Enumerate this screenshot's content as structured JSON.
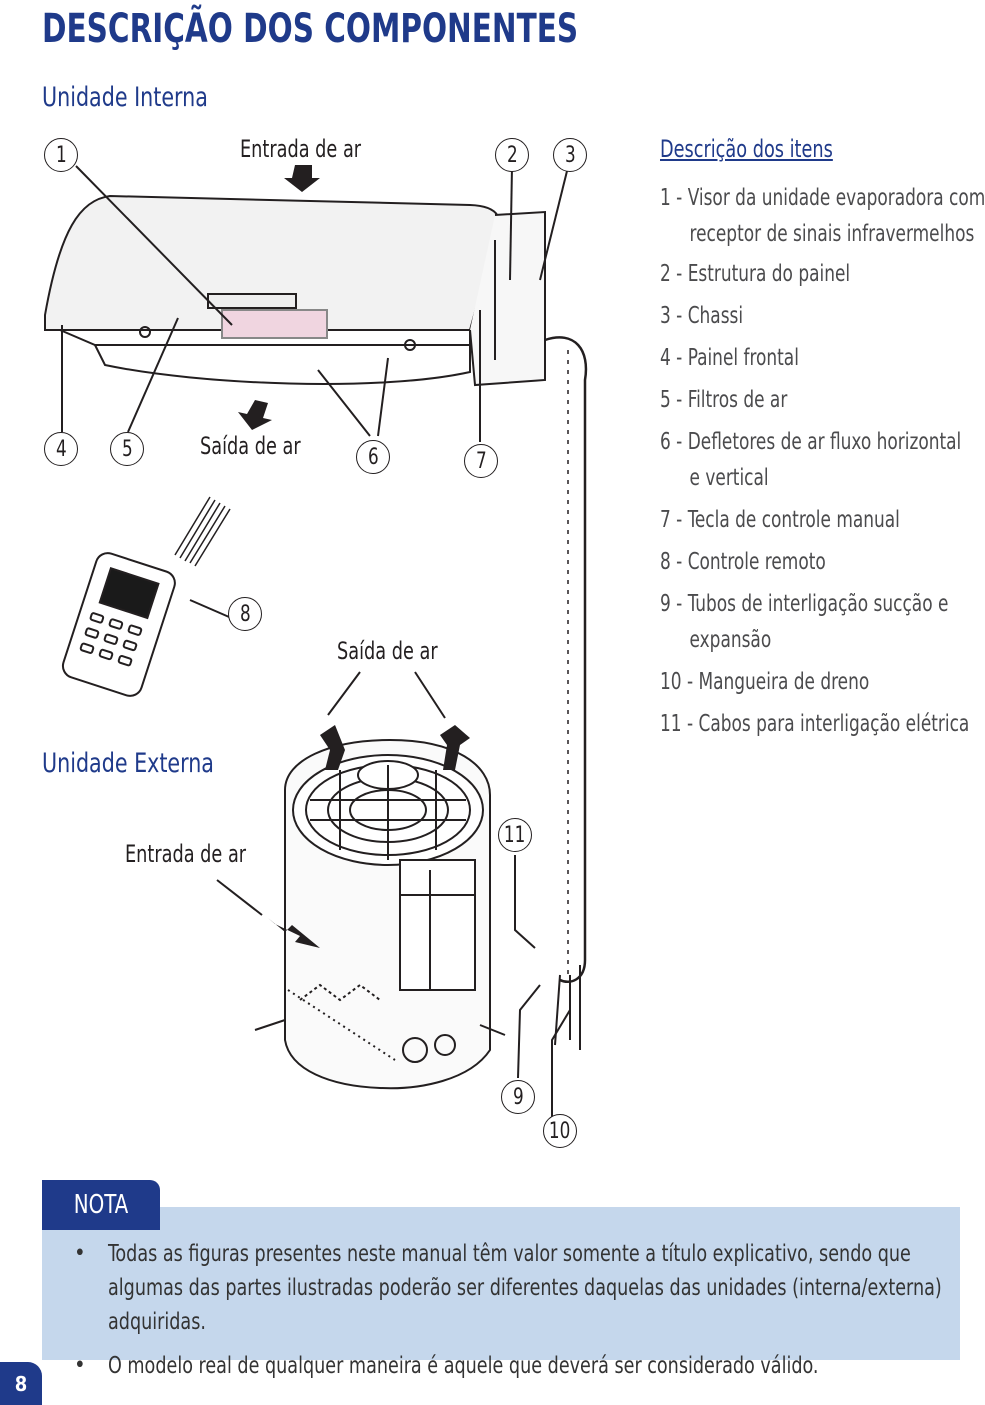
{
  "title": "DESCRIÇÃO DOS COMPONENTES",
  "indoor_unit_label": "Unidade Interna",
  "outdoor_unit_label": "Unidade Externa",
  "diagram_labels": {
    "air_inlet_top": "Entrada de ar",
    "air_outlet_indoor": "Saída de ar",
    "air_outlet_outdoor": "Saída de ar",
    "air_inlet_outdoor": "Entrada de ar"
  },
  "callouts": [
    "1",
    "2",
    "3",
    "4",
    "5",
    "6",
    "7",
    "8",
    "9",
    "10",
    "11"
  ],
  "description": {
    "title": "Descrição dos itens",
    "items": [
      {
        "line1": "1 - Visor da unidade evaporadora com",
        "line2": "receptor de sinais infravermelhos"
      },
      {
        "line1": "2 - Estrutura do painel",
        "line2": ""
      },
      {
        "line1": "3 - Chassi",
        "line2": ""
      },
      {
        "line1": "4 - Painel frontal",
        "line2": ""
      },
      {
        "line1": "5 - Filtros de ar",
        "line2": ""
      },
      {
        "line1": "6 - Defletores de ar fluxo horizontal",
        "line2": "e vertical"
      },
      {
        "line1": "7 - Tecla de controle manual",
        "line2": ""
      },
      {
        "line1": "8 -  Controle remoto",
        "line2": ""
      },
      {
        "line1": "9 -  Tubos de interligação sucção e",
        "line2": "expansão"
      },
      {
        "line1": "10 - Mangueira de dreno",
        "line2": ""
      },
      {
        "line1": "11 - Cabos para interligação elétrica",
        "line2": ""
      }
    ]
  },
  "note": {
    "tab": "NOTA",
    "items": [
      "Todas as figuras presentes neste manual têm valor somente a título explicativo, sendo que algumas das partes ilustradas poderão ser diferentes daquelas das unidades (interna/externa) adquiridas.",
      "O modelo real de qualquer maneira é aquele que deverá ser considerado válido."
    ],
    "bullet": "•"
  },
  "page_number": "8",
  "colors": {
    "brand": "#1f3a8a",
    "note_bg": "#c5d7ec",
    "text": "#231f20"
  }
}
